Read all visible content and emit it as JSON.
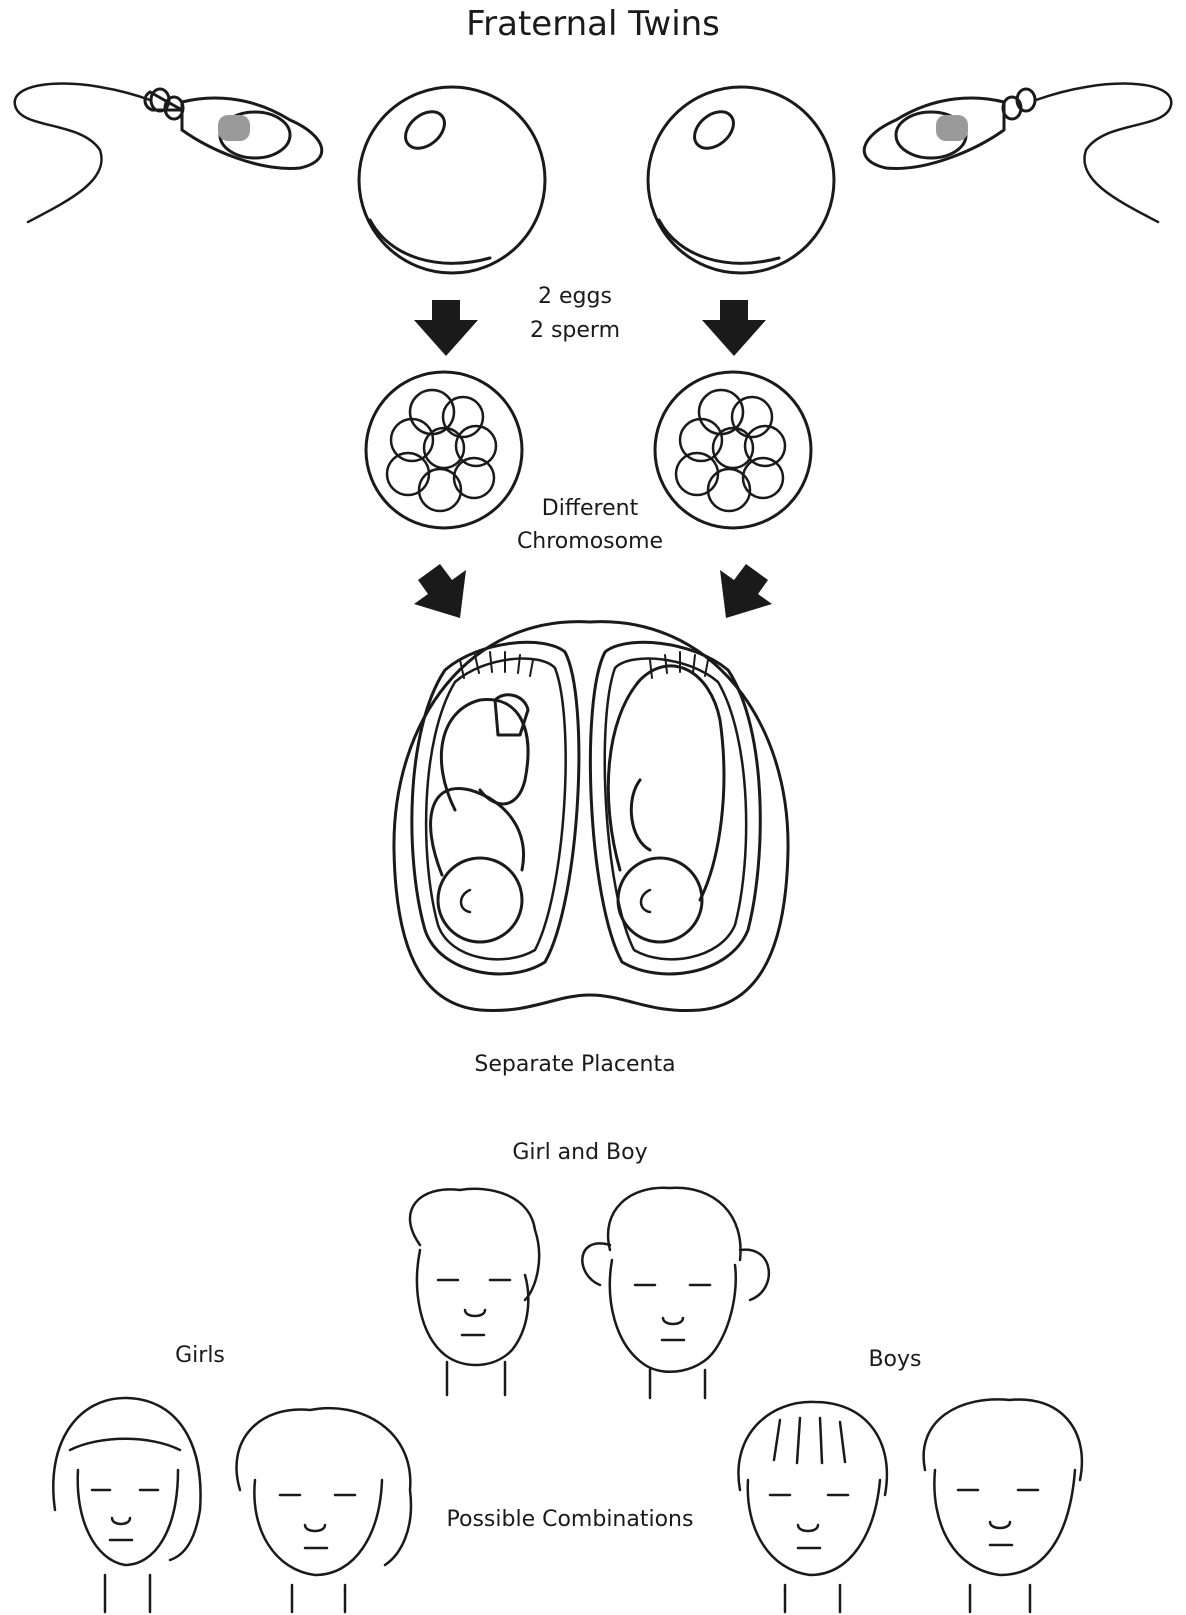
{
  "diagram": {
    "title": "Fraternal Twins",
    "eggs_label": "2 eggs",
    "sperm_label": "2 sperm",
    "chromosome_label_1": "Different",
    "chromosome_label_2": "Chromosome",
    "placenta_label": "Separate Placenta",
    "girl_boy_label": "Girl and Boy",
    "girls_label": "Girls",
    "boys_label": "Boys",
    "combinations_label": "Possible Combinations"
  }
}
